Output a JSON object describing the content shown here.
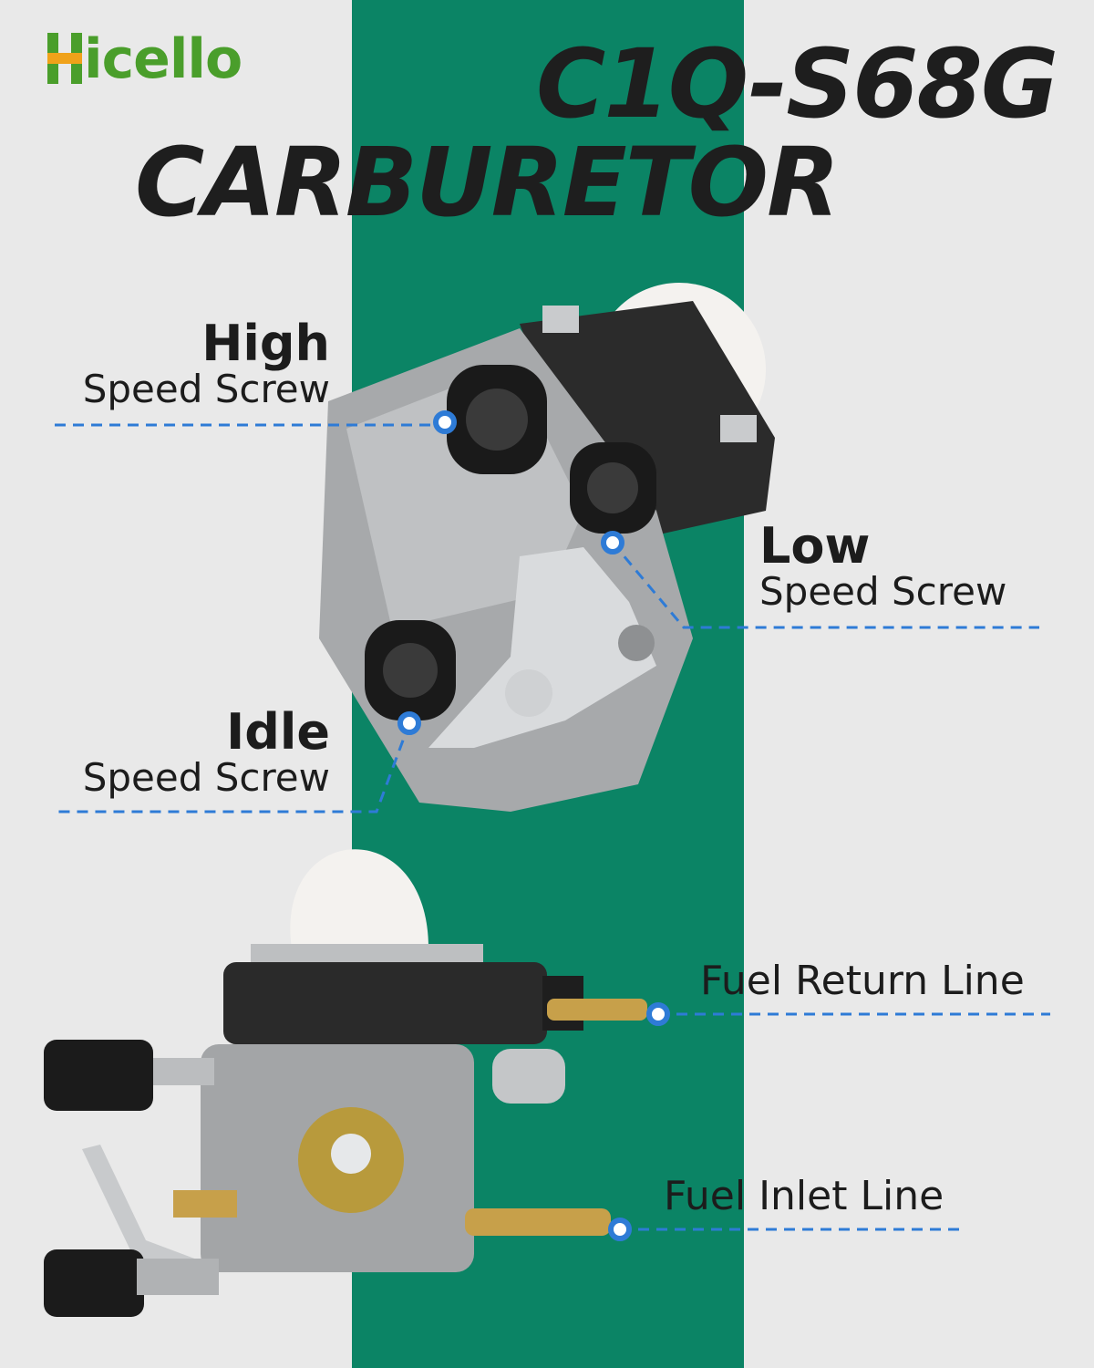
{
  "brand": {
    "logo_text": "icello",
    "logo_letter": "H"
  },
  "title": {
    "line1": "C1Q-S68G",
    "line2": "CARBURETOR"
  },
  "callouts": {
    "high": {
      "big": "High",
      "small": "Speed Screw"
    },
    "low": {
      "big": "Low",
      "small": "Speed Screw"
    },
    "idle": {
      "big": "Idle",
      "small": "Speed Screw"
    },
    "fuel_return": "Fuel Return Line",
    "fuel_inlet": "Fuel Inlet Line"
  },
  "colors": {
    "stripe": "#0b8465",
    "background": "#e9e9e9",
    "leader": "#2e7bd6",
    "logo_green": "#4a9e2b",
    "logo_orange": "#f0a21a"
  }
}
